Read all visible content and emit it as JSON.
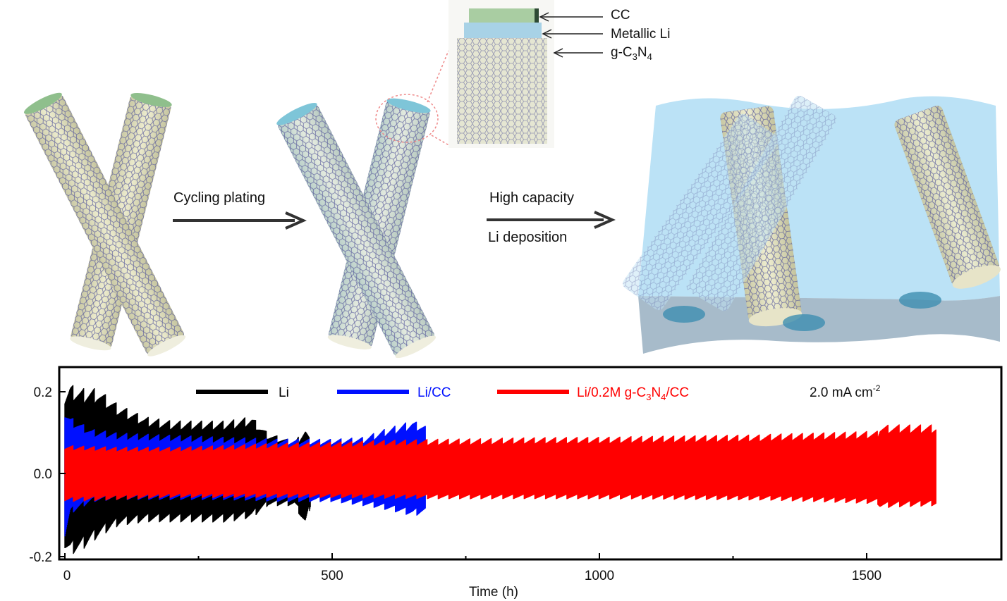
{
  "schematic": {
    "step1_label": "Cycling plating",
    "step2_label_line1": "High capacity",
    "step2_label_line2": "Li deposition",
    "callouts": {
      "cc": "CC",
      "metallic_li": "Metallic Li",
      "gcn_prefix": "g-C",
      "gcn_sub1": "3",
      "gcn_mid": "N",
      "gcn_sub2": "4"
    }
  },
  "colors": {
    "li": "#000000",
    "li_cc": "#0010ff",
    "li_gcn_cc": "#ff0000",
    "arrow": "#333333",
    "li_metal": "#8fd0f0",
    "fiber": "#e4e3c2"
  },
  "chart_data": {
    "type": "line",
    "xlabel": "Time (h)",
    "ylabel": "",
    "xlim": [
      0,
      1750
    ],
    "ylim": [
      -0.2,
      0.25
    ],
    "xticks": [
      0,
      500,
      1000,
      1500
    ],
    "yticks": [
      -0.2,
      0.0,
      0.2
    ],
    "ytick_labels": [
      "-0.2",
      "0.0",
      "0.2"
    ],
    "annotation": {
      "main": "2.0 mA cm",
      "sup": "-2"
    },
    "legend_position": "top",
    "series": [
      {
        "name": "Li",
        "color": "#000000",
        "x": [
          0,
          10,
          30,
          60,
          100,
          150,
          200,
          250,
          300,
          350,
          380,
          430,
          450,
          460
        ],
        "upper": [
          0.2,
          0.22,
          0.21,
          0.21,
          0.17,
          0.14,
          0.13,
          0.13,
          0.13,
          0.14,
          0.1,
          0.08,
          0.11,
          0.08
        ],
        "lower": [
          -0.19,
          -0.2,
          -0.19,
          -0.16,
          -0.13,
          -0.12,
          -0.12,
          -0.12,
          -0.12,
          -0.11,
          -0.08,
          -0.08,
          -0.13,
          -0.08
        ]
      },
      {
        "name": "Li/CC",
        "legend_color": "#0010ff",
        "color": "#0010ff",
        "x": [
          0,
          10,
          50,
          100,
          200,
          300,
          400,
          500,
          560,
          600,
          650,
          675
        ],
        "upper": [
          0.16,
          0.14,
          0.11,
          0.1,
          0.095,
          0.09,
          0.085,
          0.085,
          0.09,
          0.11,
          0.13,
          0.12
        ],
        "lower": [
          -0.16,
          -0.1,
          -0.07,
          -0.065,
          -0.065,
          -0.065,
          -0.07,
          -0.07,
          -0.08,
          -0.09,
          -0.105,
          -0.1
        ]
      },
      {
        "name": "Li/0.2M g-C3N4/CC",
        "legend_prefix": "Li/0.2M g-C",
        "legend_sub1": "3",
        "legend_mid": "N",
        "legend_sub2": "4",
        "legend_suffix": "/CC",
        "color": "#ff0000",
        "x": [
          0,
          100,
          200,
          300,
          400,
          500,
          600,
          700,
          800,
          900,
          1000,
          1100,
          1200,
          1300,
          1400,
          1520,
          1525,
          1630
        ],
        "upper": [
          0.07,
          0.065,
          0.065,
          0.07,
          0.075,
          0.078,
          0.082,
          0.085,
          0.087,
          0.089,
          0.09,
          0.092,
          0.094,
          0.096,
          0.1,
          0.105,
          0.12,
          0.12
        ],
        "lower": [
          -0.07,
          -0.065,
          -0.06,
          -0.06,
          -0.06,
          -0.06,
          -0.062,
          -0.063,
          -0.063,
          -0.063,
          -0.063,
          -0.064,
          -0.065,
          -0.066,
          -0.07,
          -0.075,
          -0.085,
          -0.08
        ]
      }
    ]
  }
}
